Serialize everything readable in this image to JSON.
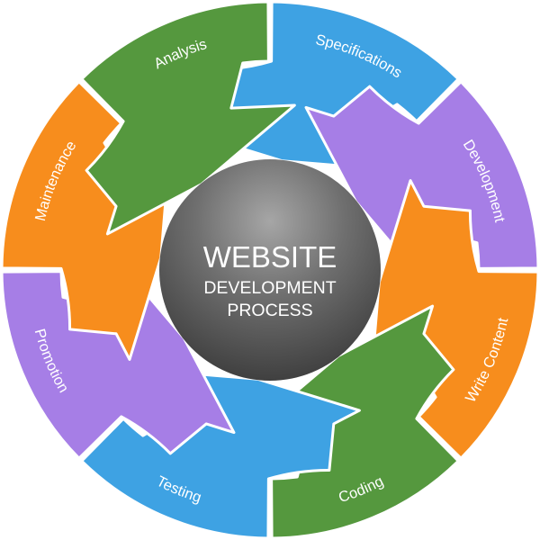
{
  "diagram": {
    "hub": {
      "line1": "WEBSITE",
      "line2": "DEVELOPMENT",
      "line3": "PROCESS"
    },
    "segments": [
      {
        "label": "Specifications",
        "color": "#3ea2e3",
        "icon": "arrow"
      },
      {
        "label": "Development",
        "color": "#a67ee6",
        "icon": "arrow"
      },
      {
        "label": "Write Content",
        "color": "#f78d1d",
        "icon": "arrow"
      },
      {
        "label": "Coding",
        "color": "#55983e",
        "icon": "arrow"
      },
      {
        "label": "Testing",
        "color": "#3ea2e3",
        "icon": "arrow"
      },
      {
        "label": "Promotion",
        "color": "#a67ee6",
        "icon": "arrow"
      },
      {
        "label": "Maintenance",
        "color": "#f78d1d",
        "icon": "arrow"
      },
      {
        "label": "Analysis",
        "color": "#55983e",
        "icon": "arrow"
      }
    ]
  }
}
